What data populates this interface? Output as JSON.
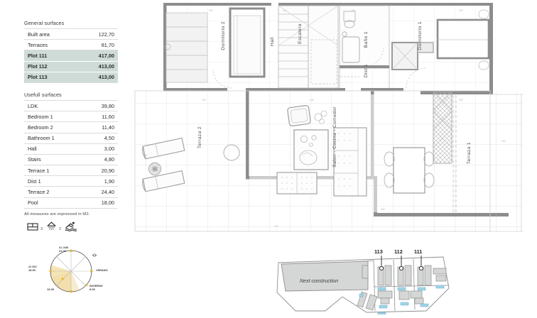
{
  "general_surfaces": {
    "title": "General surfaces",
    "rows": [
      {
        "label": "Built area",
        "value": "122,70",
        "highlight": false
      },
      {
        "label": "Terraces",
        "value": "81,70",
        "highlight": false
      },
      {
        "label": "Plot 111",
        "value": "417,00",
        "highlight": true
      },
      {
        "label": "Plot 112",
        "value": "413,00",
        "highlight": true
      },
      {
        "label": "Plot 113",
        "value": "413,00",
        "highlight": true
      }
    ]
  },
  "usefull_surfaces": {
    "title": "Usefull surfaces",
    "rows": [
      {
        "label": "LDK",
        "value": "39,80"
      },
      {
        "label": "Bedroom 1",
        "value": "11,60"
      },
      {
        "label": "Bedroom 2",
        "value": "11,40"
      },
      {
        "label": "Bathroom 1",
        "value": "4,50"
      },
      {
        "label": "Hall",
        "value": "3,00"
      },
      {
        "label": "Stairs",
        "value": "4,80"
      },
      {
        "label": "Terrace 1",
        "value": "20,90"
      },
      {
        "label": "Dist 1",
        "value": "1,90"
      },
      {
        "label": "Terrace 2",
        "value": "24,40"
      },
      {
        "label": "Pool",
        "value": "18,00"
      }
    ],
    "footnote": "All measures are expressed in M2."
  },
  "amenities": [
    {
      "icon": "bed-icon",
      "count": "3"
    },
    {
      "icon": "shower-icon",
      "count": "2"
    },
    {
      "icon": "pool-icon",
      "count": ""
    }
  ],
  "sun_diagram": {
    "labels": {
      "top": "21 JUN\n21:30",
      "left": "21 DIC\n18:00",
      "bottom_left": "13:00",
      "right": "VERANO",
      "bottom_right": "INVIERNO\n8:00"
    },
    "accent_color": "#e8b423"
  },
  "floorplan": {
    "rooms": [
      {
        "name": "Dormitorio 2",
        "vertical": true
      },
      {
        "name": "Hall",
        "vertical": true
      },
      {
        "name": "Escalera",
        "vertical": true
      },
      {
        "name": "Baño 1",
        "vertical": true
      },
      {
        "name": "Dist 1",
        "vertical": true
      },
      {
        "name": "Dormitorio 1",
        "vertical": true
      },
      {
        "name": "Salon - Cocina - Comedor",
        "vertical": true
      },
      {
        "name": "Terraza 2",
        "vertical": true
      },
      {
        "name": "Terraza 1",
        "vertical": true
      }
    ],
    "wall_color": "#8d8d8d",
    "grid_color": "#d9dadb"
  },
  "siteplan": {
    "next_construction_label": "Next construction",
    "plot_markers": [
      "113",
      "112",
      "111"
    ],
    "pool_color": "#9fd4e8"
  }
}
